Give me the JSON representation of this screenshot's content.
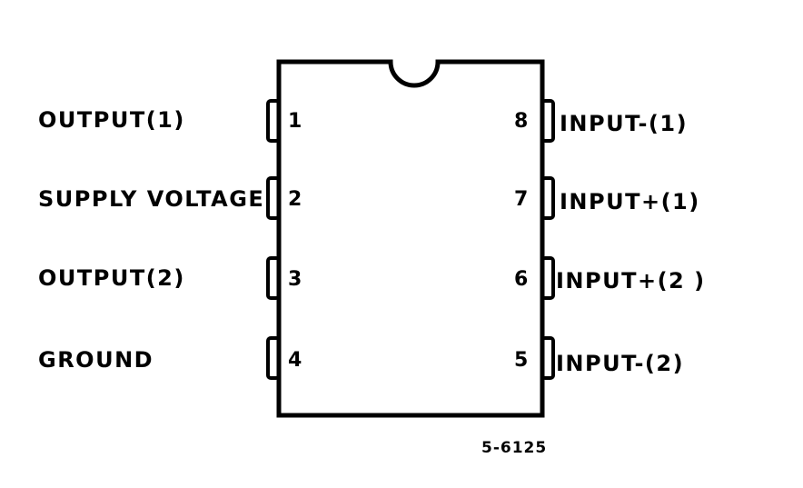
{
  "left_pins": [
    {
      "number": "1",
      "name": "OUTPUT(1)"
    },
    {
      "number": "2",
      "name": "SUPPLY VOLTAGE"
    },
    {
      "number": "3",
      "name": "OUTPUT(2)"
    },
    {
      "number": "4",
      "name": "GROUND"
    }
  ],
  "right_pins": [
    {
      "number": "8",
      "name": "INPUT-(1)"
    },
    {
      "number": "7",
      "name": "INPUT+(1)"
    },
    {
      "number": "6",
      "name": "INPUT+(2 )"
    },
    {
      "number": "5",
      "name": "INPUT-(2)"
    }
  ],
  "part_code": "5-6125",
  "colors": {
    "ink": "#000000",
    "background": "#ffffff"
  }
}
